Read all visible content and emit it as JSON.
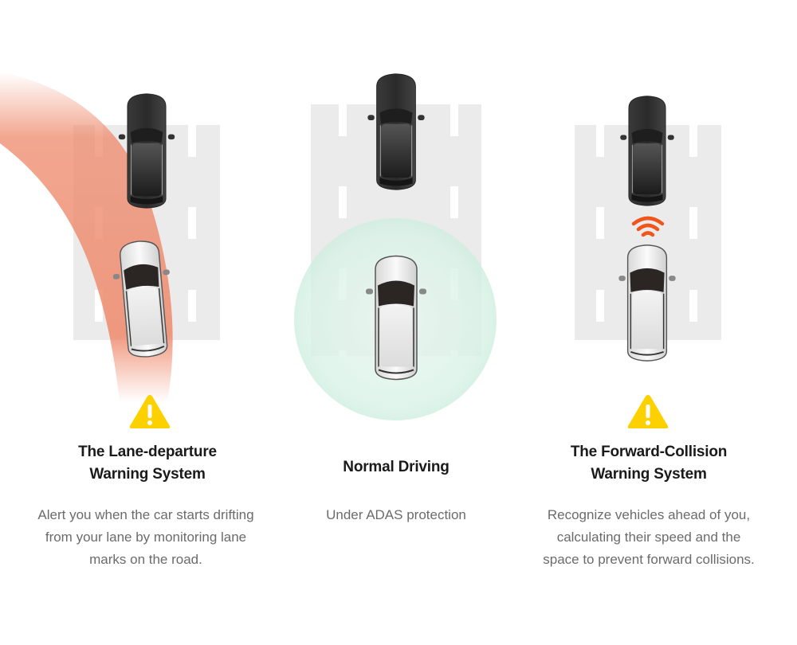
{
  "colors": {
    "road": "#ebebeb",
    "lane_mark": "#ffffff",
    "warning_arc": "#ee8a6c",
    "safe_zone": "#d6f1e6",
    "signal": "#f2551c",
    "warning_yellow": "#fdd000",
    "title_text": "#1a1a1a",
    "desc_text": "#6b6b6b"
  },
  "panels": [
    {
      "id": "lane-departure",
      "icon": "warning-triangle-icon",
      "title_line1": "The Lane-departure",
      "title_line2": "Warning System",
      "desc_line1": "Alert you when the car starts drifting",
      "desc_line2": "from your lane by monitoring lane",
      "desc_line3": "marks on the road."
    },
    {
      "id": "normal-driving",
      "icon": "safe-zone-circle",
      "title_line1": "Normal Driving",
      "desc_line1": "Under ADAS protection"
    },
    {
      "id": "forward-collision",
      "icon": "warning-triangle-icon",
      "signal_icon": "wireless-signal-icon",
      "title_line1": "The Forward-Collision",
      "title_line2": "Warning System",
      "desc_line1": "Recognize vehicles ahead of you,",
      "desc_line2": "calculating their speed and the",
      "desc_line3": "space to prevent forward collisions."
    }
  ]
}
